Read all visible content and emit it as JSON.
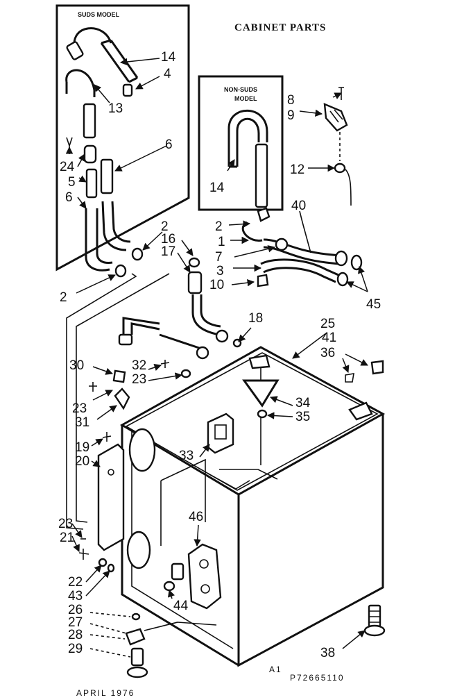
{
  "title": "CABINET PARTS",
  "insets": {
    "suds": "SUDS MODEL",
    "non_suds_line1": "NON-SUDS",
    "non_suds_line2": "MODEL"
  },
  "footer": {
    "date": "APRIL 1976",
    "code": "A1",
    "code2": "P72665110"
  },
  "callouts": {
    "c1": "1",
    "c2a": "2",
    "c2b": "2",
    "c2c": "2",
    "c3": "3",
    "c4": "4",
    "c5": "5",
    "c6a": "6",
    "c6b": "6",
    "c7": "7",
    "c8": "8",
    "c9": "9",
    "c10": "10",
    "c12": "12",
    "c13": "13",
    "c14a": "14",
    "c14b": "14",
    "c16": "16",
    "c17": "17",
    "c18": "18",
    "c19": "19",
    "c20": "20",
    "c21": "21",
    "c22": "22",
    "c23a": "23",
    "c23b": "23",
    "c23c": "23",
    "c24": "24",
    "c25": "25",
    "c26": "26",
    "c27": "27",
    "c28": "28",
    "c29": "29",
    "c30": "30",
    "c31": "31",
    "c32": "32",
    "c33": "33",
    "c34": "34",
    "c35": "35",
    "c36": "36",
    "c38": "38",
    "c40": "40",
    "c41": "41",
    "c43": "43",
    "c44": "44",
    "c45": "45",
    "c46": "46"
  }
}
